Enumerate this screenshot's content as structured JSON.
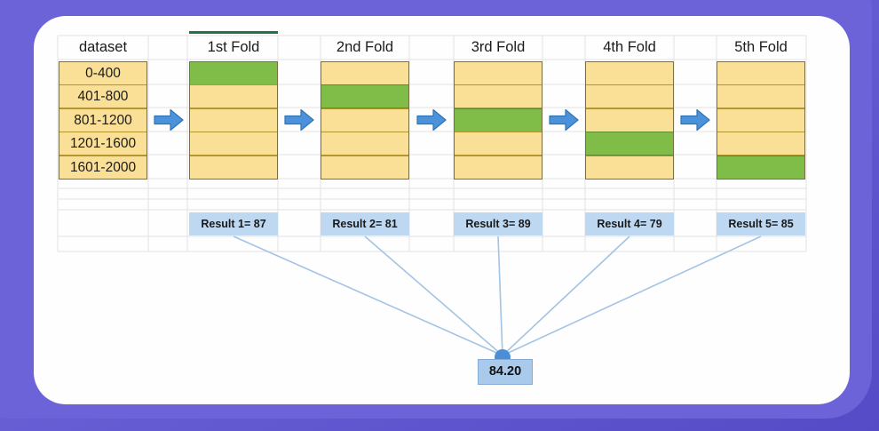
{
  "panel": {
    "outer_bg": "#554BC6",
    "main_bg": "#6C63D8",
    "card_bg": "#FEFEFE"
  },
  "dataset": {
    "header": "dataset",
    "partitions": [
      "0-400",
      "401-800",
      "801-1200",
      "1201-1600",
      "1601-2000"
    ]
  },
  "folds": [
    {
      "label": "1st Fold",
      "test_row": 0,
      "result": "Result 1= 87"
    },
    {
      "label": "2nd Fold",
      "test_row": 1,
      "result": "Result 2= 81"
    },
    {
      "label": "3rd Fold",
      "test_row": 2,
      "result": "Result 3= 89"
    },
    {
      "label": "4th Fold",
      "test_row": 3,
      "result": "Result 4= 79"
    },
    {
      "label": "5th Fold",
      "test_row": 4,
      "result": "Result 5= 85"
    }
  ],
  "average": {
    "value": "84.20"
  },
  "icons": {
    "arrow": "right-arrow-icon",
    "merge_dot": "merge-dot-icon"
  },
  "colors": {
    "text": "#1B1B1B",
    "gridline": "#E2E2E2",
    "cell_yellow": "#FAE097",
    "cell_yellow_border": "#B5952F",
    "box_outline": "#7A7046",
    "cell_green": "#7FBC48",
    "cell_green_border": "#5D8A2C",
    "arrow_fill": "#4B92DB",
    "arrow_stroke": "#2E74B5",
    "result_fill": "#BDD8F0",
    "result_text": "#1A1A1A",
    "line": "#A3C4E4",
    "dot": "#4C8ED6",
    "avg_fill": "#A9CAEA",
    "avg_border": "#84ACD6",
    "tab_line": "#217346"
  }
}
